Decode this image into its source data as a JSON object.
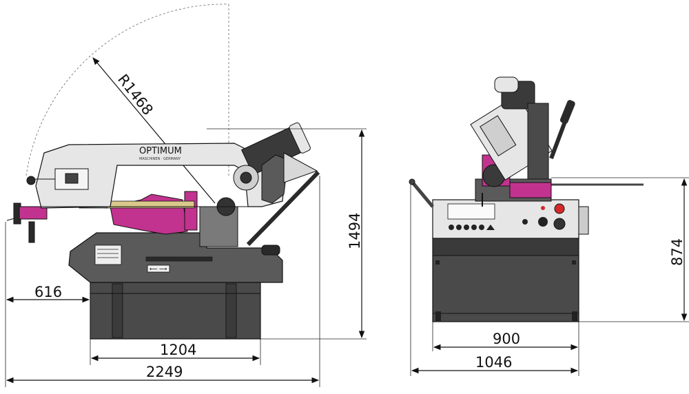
{
  "drawing": {
    "brand": "OPTIMUM",
    "brand_sub": "MASCHINEN · GERMANY",
    "dimensions": {
      "arc_radius": "R1468",
      "height_side": "1494",
      "overhang_left": "616",
      "base_width": "1204",
      "total_length": "2249",
      "height_front": "874",
      "front_base_width": "900",
      "front_total_width": "1046"
    },
    "base_plate_label": "⟵ ⟶"
  },
  "colors": {
    "machine_gray": "#505050",
    "machine_dark": "#3a3a3a",
    "accent_magenta": "#c2338f",
    "panel_light": "#e6e6e6",
    "cream_bar": "#d9c98a",
    "stop_red": "#d42a2a"
  }
}
